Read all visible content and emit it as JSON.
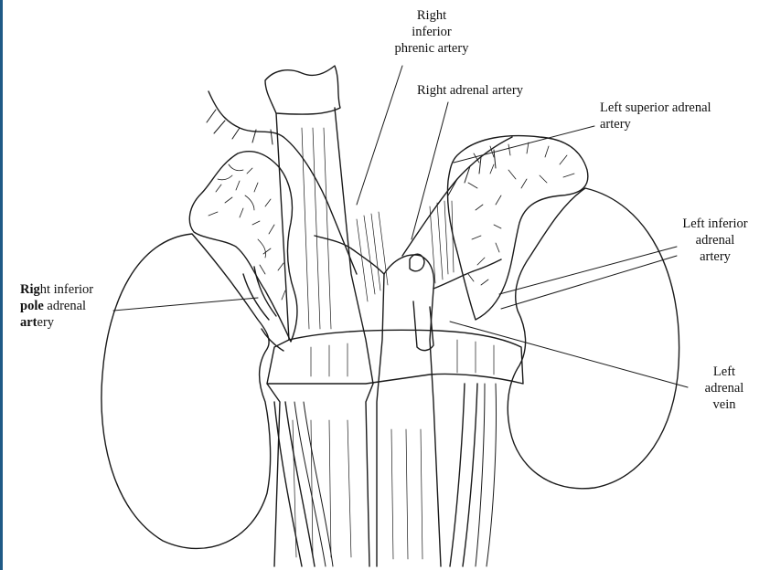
{
  "colors": {
    "edge_bar": "#1f5a86",
    "ink": "#1a1a1a",
    "background": "#ffffff"
  },
  "labels": {
    "right_inferior_phrenic_artery": [
      "Right",
      "inferior",
      "phrenic artery"
    ],
    "right_adrenal_artery": "Right adrenal artery",
    "left_superior_adrenal_artery": [
      "Left superior adrenal",
      "artery"
    ],
    "left_inferior_adrenal_artery": [
      "Left inferior",
      "adrenal",
      "artery"
    ],
    "right_inferior_pole_adrenal_artery": {
      "line1_bold": "Rig",
      "line1_rest": "ht inferior",
      "line2_bold": "pole",
      "line2_rest": " adrenal",
      "line3_bold": "art",
      "line3_rest": "ery"
    },
    "left_adrenal_vein": [
      "Left",
      "adrenal",
      "vein"
    ]
  }
}
